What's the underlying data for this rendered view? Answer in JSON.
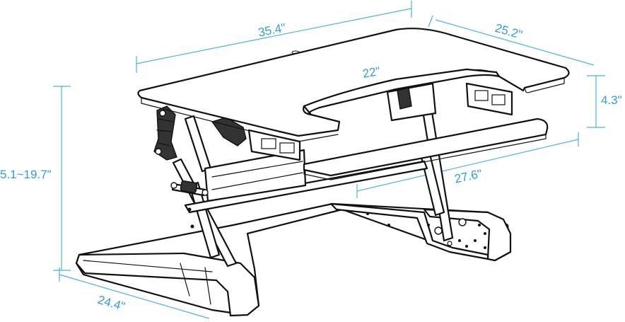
{
  "diagram": {
    "subject": "sit-stand desk converter line drawing",
    "line_color": "#111111",
    "dimension_color": "#2f9fd2",
    "dimensions": {
      "top_width": "35.4\"",
      "top_depth": "25.2\"",
      "keyboard_width": "22\"",
      "keyboard_offset": "4.3\"",
      "keyboard_tray_depth": "27.6\"",
      "height_range": "5.1~19.7\"",
      "base_depth": "24.4\""
    }
  }
}
